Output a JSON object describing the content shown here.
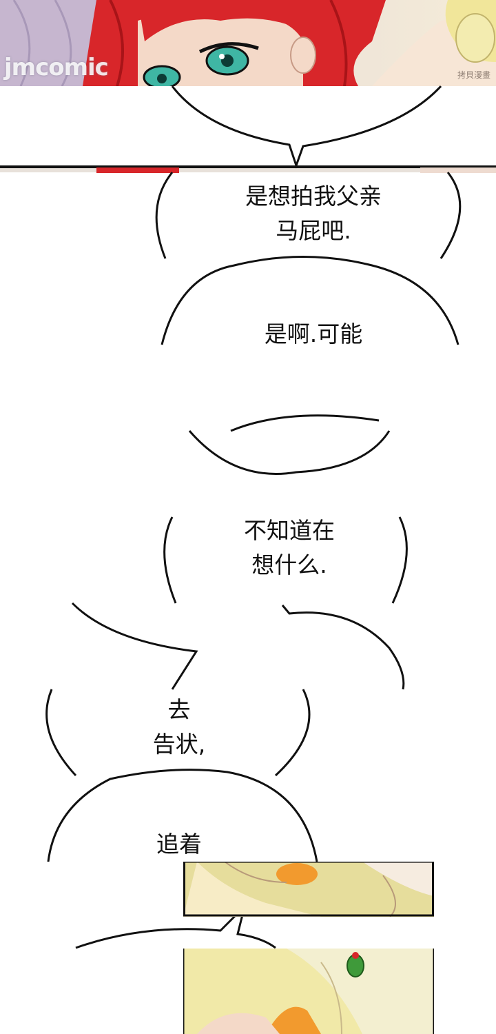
{
  "watermark": "jmcomic",
  "corner_mark": "拷貝漫畫",
  "bubbles": [
    {
      "id": "b1",
      "text": "是想拍我父亲\n马屁吧."
    },
    {
      "id": "b2",
      "text": "是啊.可能"
    },
    {
      "id": "b3",
      "text": "不知道在\n想什么."
    },
    {
      "id": "b4",
      "text": "去\n告状,"
    },
    {
      "id": "b5",
      "text": "追着"
    }
  ],
  "colors": {
    "hair": "#d8262a",
    "skin": "#f4d9c8",
    "eye": "#3fb6a4",
    "outline": "#111111",
    "fabric": "#e9e3a0",
    "orange": "#f29a2e"
  }
}
